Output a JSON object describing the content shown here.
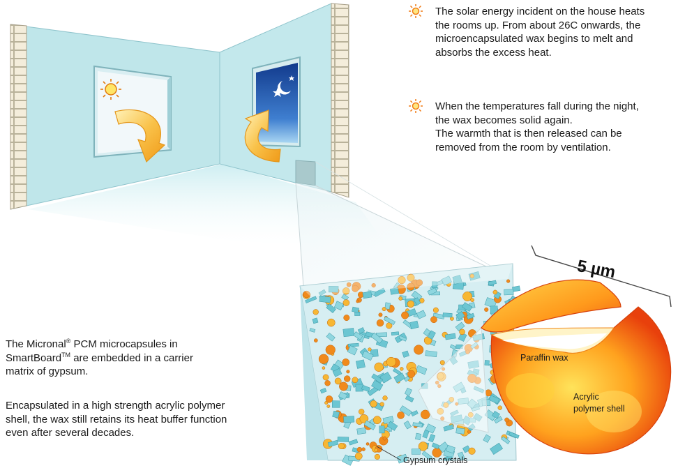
{
  "bullets": [
    {
      "icon": "sun-bullet-icon",
      "lines": [
        "The solar energy incident on the house heats",
        "the rooms up. From about 26C onwards, the",
        "microencapsulated wax begins to melt and",
        "absorbs the excess heat."
      ]
    },
    {
      "icon": "sun-bullet-icon",
      "lines": [
        "When the temperatures fall during the night,",
        "the wax becomes solid again.",
        "The warmth that is then released can be",
        "removed from the room by ventilation."
      ]
    }
  ],
  "left_text": {
    "para1_a": "The Micronal",
    "para1_reg": "®",
    "para1_b": " PCM microcapsules in",
    "para1_c": "SmartBoard",
    "para1_tm": "TM",
    "para1_d": " are embedded in a carrier",
    "para1_e": "matrix of gypsum.",
    "para2": [
      "Encapsulated in a high strength acrylic polymer",
      "shell, the wax still retains its heat buffer function",
      "even after several decades."
    ]
  },
  "labels": {
    "scale": "5 µm",
    "paraffin": "Paraffin wax",
    "shell_1": "Acrylic",
    "shell_2": "polymer shell",
    "gypsum": "Gypsum crystals"
  },
  "colors": {
    "wall": "#bfe6ea",
    "wall_dark": "#a9d9df",
    "brick": "#f3ecd8",
    "night_sky": "#1e4fa8",
    "arrow": "#f6b02c",
    "capsule_outer": "#f25a12",
    "capsule_inner": "#ffd23a",
    "crystal": "#6cc6d2",
    "wax_bead": "#f08a1c"
  }
}
